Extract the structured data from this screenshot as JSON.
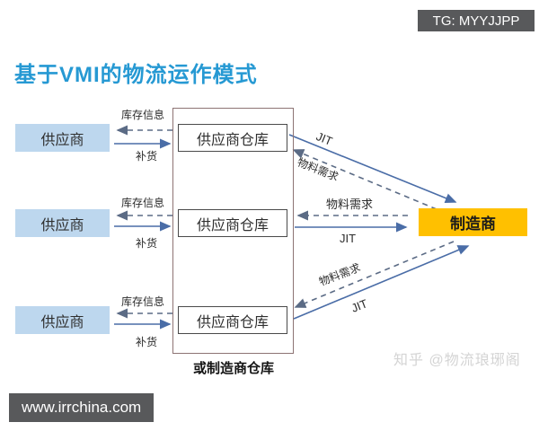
{
  "header": {
    "title": "基于VMI的物流运作模式"
  },
  "overlays": {
    "tg_badge": "TG: MYYJJPP",
    "site_badge": "www.irrchina.com",
    "watermark": "知乎 @物流琅琊阁"
  },
  "diagram": {
    "suppliers": [
      {
        "label": "供应商"
      },
      {
        "label": "供应商"
      },
      {
        "label": "供应商"
      }
    ],
    "warehouses": [
      {
        "label": "供应商仓库"
      },
      {
        "label": "供应商仓库"
      },
      {
        "label": "供应商仓库"
      }
    ],
    "warehouse_group_caption": "或制造商仓库",
    "manufacturer_label": "制造商",
    "flow_labels": {
      "inventory_info": "库存信息",
      "replenishment": "补货",
      "material_demand": "物料需求",
      "jit": "JIT"
    }
  },
  "colors": {
    "title-blue": "#2699d3",
    "supplier-bg": "#bdd7ee",
    "manufacturer-bg": "#ffc000",
    "badge-bg": "#58595b",
    "arrow-solid": "#4a6da7",
    "arrow-dashed": "#5b6b85",
    "outer-border": "#8d7373",
    "watermark-gray": "#d4d4d4"
  }
}
